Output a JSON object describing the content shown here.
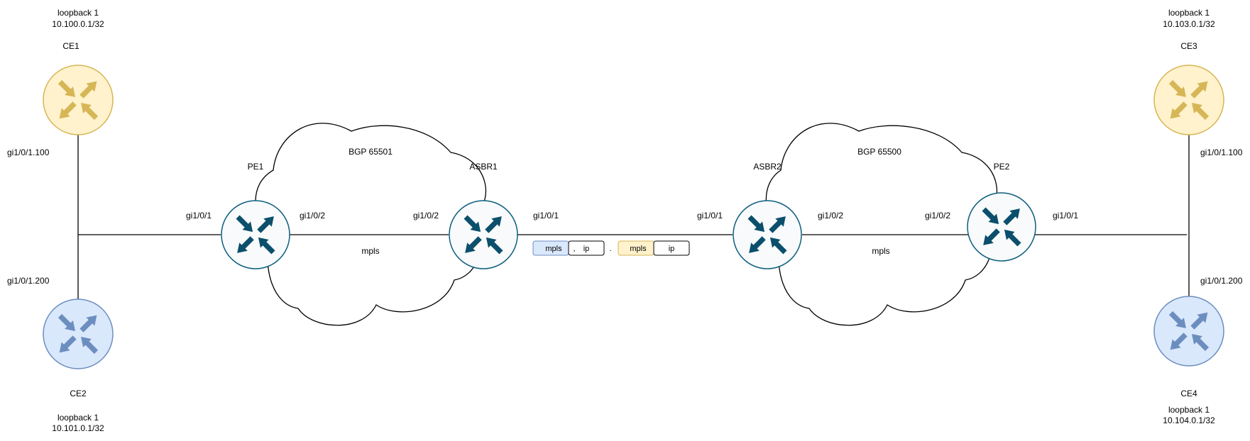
{
  "colors": {
    "pe_fill": "#f8fafb",
    "pe_stroke": "#0e5f7e",
    "pe_arrow": "#0b4f6c",
    "ce_yellow_fill": "#fff2cc",
    "ce_yellow_stroke": "#d6b656",
    "ce_yellow_arrow": "#d6b656",
    "ce_blue_fill": "#dae8fc",
    "ce_blue_stroke": "#6c8ebf",
    "ce_blue_arrow": "#6c8ebf",
    "label_mpls_blue": "#dae8fc",
    "label_mpls_yellow": "#fff2cc"
  },
  "icons": {
    "router": "router-arrows-icon"
  },
  "routers": {
    "ce1": {
      "name": "CE1",
      "loopback": "loopback 1",
      "address": "10.100.0.1/32"
    },
    "ce2": {
      "name": "CE2",
      "loopback": "loopback 1",
      "address": "10.101.0.1/32"
    },
    "ce3": {
      "name": "CE3",
      "loopback": "loopback 1",
      "address": "10.103.0.1/32"
    },
    "ce4": {
      "name": "CE4",
      "loopback": "loopback 1",
      "address": "10.104.0.1/32"
    },
    "pe1": {
      "name": "PE1"
    },
    "asbr1": {
      "name": "ASBR1"
    },
    "asbr2": {
      "name": "ASBR2"
    },
    "pe2": {
      "name": "PE2"
    }
  },
  "clouds": {
    "left": {
      "label": "BGP 65501",
      "link_label": "mpls"
    },
    "right": {
      "label": "BGP 65500",
      "link_label": "mpls"
    }
  },
  "interfaces": {
    "ce1_sub": "gi1/0/1.100",
    "ce2_sub": "gi1/0/1.200",
    "pe1_g1": "gi1/0/1",
    "pe1_g2": "gi1/0/2",
    "asbr1_g2": "gi1/0/2",
    "asbr1_g1": "gi1/0/1",
    "asbr2_g1": "gi1/0/1",
    "asbr2_g2": "gi1/0/2",
    "pe2_g2": "gi1/0/2",
    "pe2_g1": "gi1/0/1",
    "ce3_sub": "gi1/0/1.100",
    "ce4_sub": "gi1/0/1.200"
  },
  "label_stack": {
    "first": {
      "mpls": "mpls",
      "ip": "ip",
      "sep": ","
    },
    "between": ".",
    "second": {
      "mpls": "mpls",
      "ip": "ip"
    }
  }
}
